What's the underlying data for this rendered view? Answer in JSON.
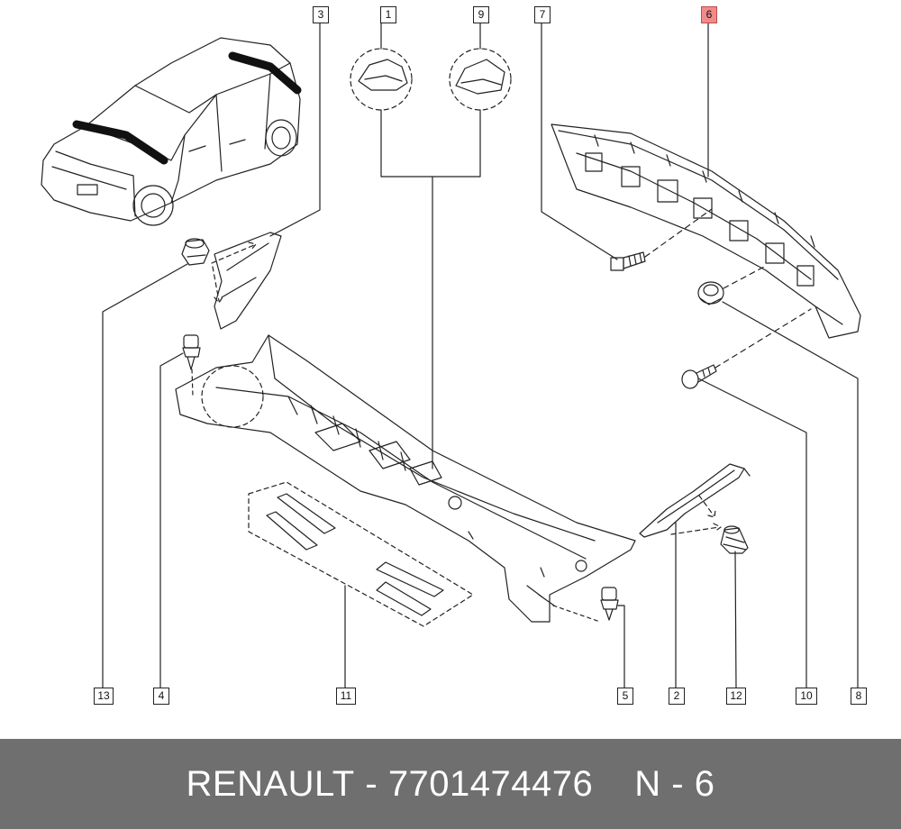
{
  "callouts": {
    "c1": "1",
    "c2": "2",
    "c3": "3",
    "c4": "4",
    "c5": "5",
    "c6": "6",
    "c7": "7",
    "c8": "8",
    "c9": "9",
    "c10": "10",
    "c11": "11",
    "c12": "12",
    "c13": "13"
  },
  "highlight_color": "#f08b8b",
  "footer": {
    "brand": "RENAULT",
    "separator": "-",
    "part_number": "7701474476",
    "ref_letter": "N",
    "ref_number": "6"
  },
  "footer_color": "#6f6f6f"
}
